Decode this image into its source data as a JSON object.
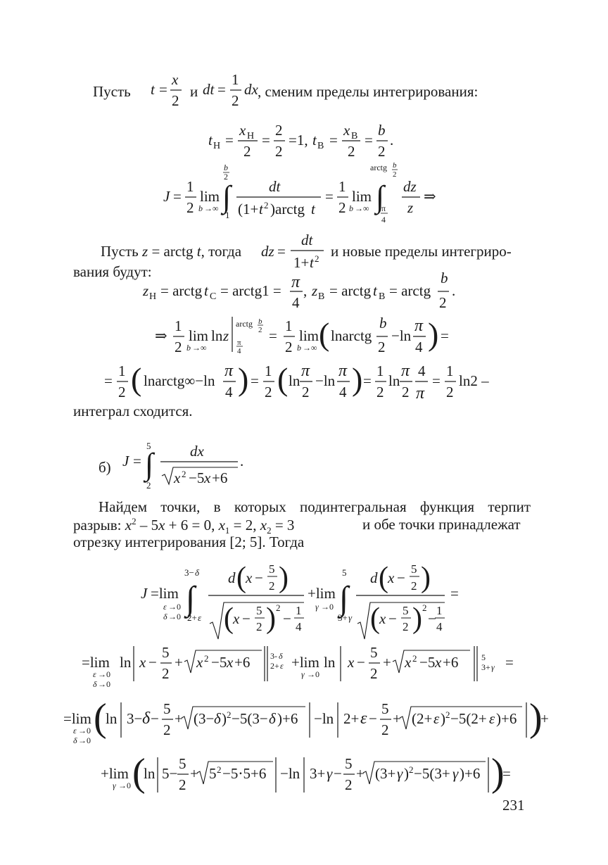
{
  "text": {
    "p1_a": "Пусть",
    "p1_and": "и",
    "p1_b": ", сменим пределы интегрирования:",
    "p2_a": "Пусть ",
    "p2_z": "z",
    "p2_b": " = arctg ",
    "p2_t": "t",
    "p2_c": ", тогда",
    "p2_d": "и новые пределы интегриро-",
    "p2_e": "вания будут:",
    "converges": "интеграл сходится.",
    "part_b": "б)",
    "p3_line1": "Найдем точки, в которых подинтегральная функция терпит",
    "p3_line2a": "разрыв: ",
    "p3_line2b": "x",
    "p3_line2c": " – 5",
    "p3_line2d": "x",
    "p3_line2e": " + 6 = 0, ",
    "p3_x1": "x",
    "p3_x1v": " = 2, ",
    "p3_x2": "x",
    "p3_x2v": " = 3",
    "p3_line2f": "и обе точки принадлежат",
    "p3_line3": "отрезку интегрирования [2; 5]. Тогда",
    "page_number": "231"
  }
}
